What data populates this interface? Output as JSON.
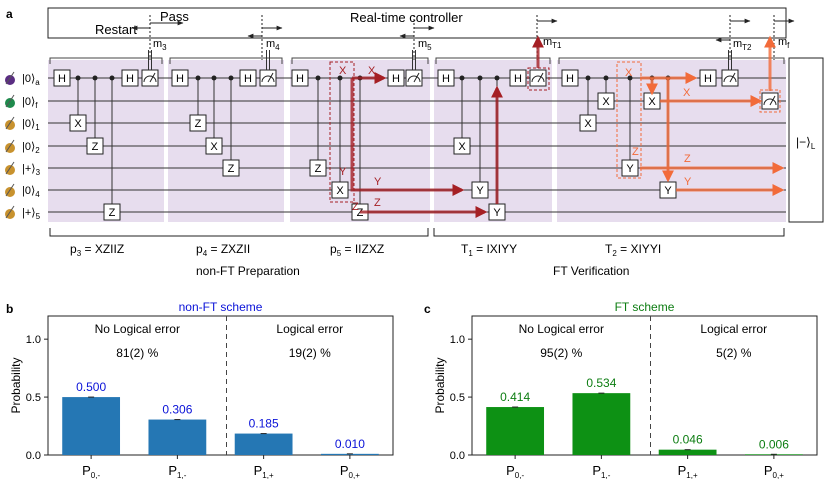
{
  "panels": {
    "a": "a",
    "b": "b",
    "c": "c"
  },
  "controller": {
    "title": "Real-time controller",
    "pass": "Pass",
    "restart": "Restart"
  },
  "measurements": [
    "m",
    "3",
    "m",
    "4",
    "m",
    "5",
    "m",
    "T1",
    "m",
    "T2",
    "m",
    "f"
  ],
  "qubits": [
    {
      "ket": "|0⟩",
      "sub": "a",
      "color": "#5a2d82"
    },
    {
      "ket": "|0⟩",
      "sub": "f",
      "color": "#1e8a4c"
    },
    {
      "ket": "|0⟩",
      "sub": "1",
      "color": "#c8922e"
    },
    {
      "ket": "|0⟩",
      "sub": "2",
      "color": "#c8922e"
    },
    {
      "ket": "|+⟩",
      "sub": "3",
      "color": "#c8922e"
    },
    {
      "ket": "|0⟩",
      "sub": "4",
      "color": "#c8922e"
    },
    {
      "ket": "|+⟩",
      "sub": "5",
      "color": "#c8922e"
    }
  ],
  "gates": {
    "H": "H",
    "X": "X",
    "Y": "Y",
    "Z": "Z"
  },
  "error_labels": {
    "X": "X",
    "Y": "Y",
    "Z": "Z"
  },
  "logical_out": {
    "ket": "|−⟩",
    "sub": "L"
  },
  "stabilizers": [
    {
      "name": "p",
      "sub": "3",
      "value": " = XZIIZ"
    },
    {
      "name": "p",
      "sub": "4",
      "value": " = ZXZII"
    },
    {
      "name": "p",
      "sub": "5",
      "value": " = IIZXZ"
    },
    {
      "name": "T",
      "sub": "1",
      "value": " = IXIYY"
    },
    {
      "name": "T",
      "sub": "2",
      "value": " = XIYYI"
    }
  ],
  "sections": {
    "prep": "non-FT Preparation",
    "verify": "FT Verification"
  },
  "colors": {
    "purple_bg": "#e7ddee",
    "error_red": "#a51f24",
    "error_orange": "#f26b3a",
    "blue_bar": "#2577b4",
    "green_bar": "#0d9114",
    "blue_text": "#0a12d8",
    "green_text": "#0d7d12"
  },
  "chart_data": [
    {
      "type": "bar",
      "title": "non-FT scheme",
      "ylabel": "Probability",
      "ylim": [
        0,
        1.2
      ],
      "yticks": [
        "0.0",
        "0.5",
        "1.0"
      ],
      "categories": [
        {
          "base": "P",
          "sub": "0,-"
        },
        {
          "base": "P",
          "sub": "1,-"
        },
        {
          "base": "P",
          "sub": "1,+"
        },
        {
          "base": "P",
          "sub": "0,+"
        }
      ],
      "values": [
        0.5,
        0.306,
        0.185,
        0.01
      ],
      "value_labels": [
        "0.500",
        "0.306",
        "0.185",
        "0.010"
      ],
      "groups": [
        {
          "label": "No Logical error",
          "pct": "81(2) %"
        },
        {
          "label": "Logical error",
          "pct": "19(2) %"
        }
      ]
    },
    {
      "type": "bar",
      "title": "FT scheme",
      "ylabel": "Probability",
      "ylim": [
        0,
        1.2
      ],
      "yticks": [
        "0.0",
        "0.5",
        "1.0"
      ],
      "categories": [
        {
          "base": "P",
          "sub": "0,-"
        },
        {
          "base": "P",
          "sub": "1,-"
        },
        {
          "base": "P",
          "sub": "1,+"
        },
        {
          "base": "P",
          "sub": "0,+"
        }
      ],
      "values": [
        0.414,
        0.534,
        0.046,
        0.006
      ],
      "value_labels": [
        "0.414",
        "0.534",
        "0.046",
        "0.006"
      ],
      "groups": [
        {
          "label": "No Logical error",
          "pct": "95(2) %"
        },
        {
          "label": "Logical error",
          "pct": "5(2) %"
        }
      ]
    }
  ]
}
